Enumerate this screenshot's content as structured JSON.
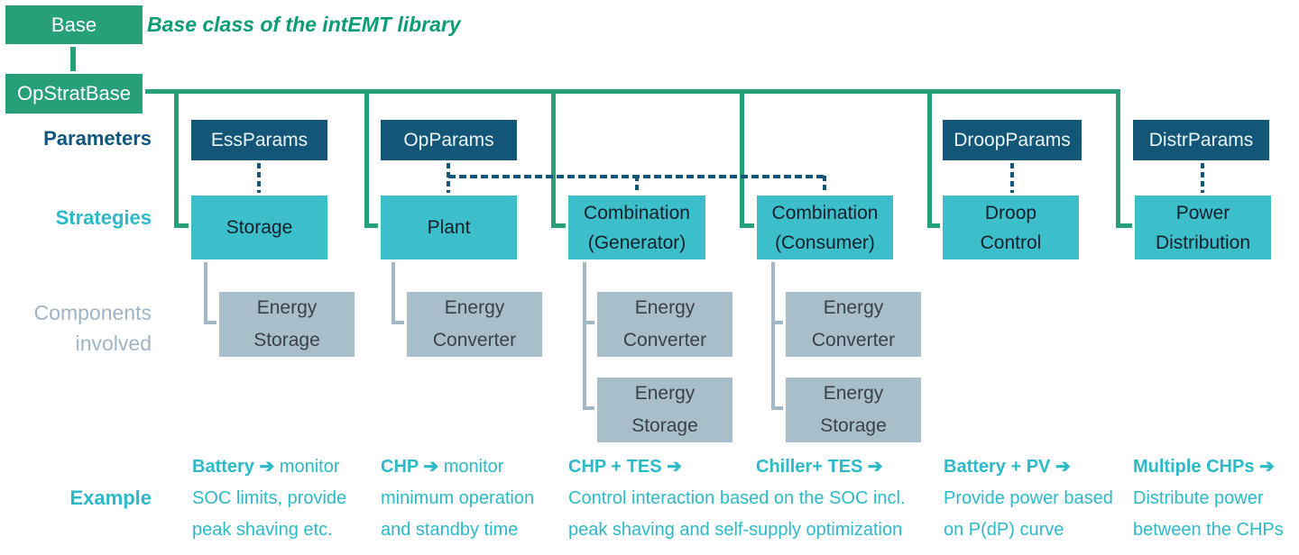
{
  "colors": {
    "green": "#27a07a",
    "navy": "#135677",
    "cyan": "#3cbfcb",
    "gray_box": "#a9becb",
    "gray_connector": "#a3b8c6",
    "cyan_text": "#2cb9c8",
    "navy_text": "#0f567e",
    "gray_text": "#9fb4c4",
    "title_green": "#0d9c78"
  },
  "title": "Base class of the intEMT library",
  "hierarchy": {
    "base": "Base",
    "op_strat_base": "OpStratBase"
  },
  "row_labels": {
    "parameters": "Parameters",
    "strategies": "Strategies",
    "components_line1": "Components",
    "components_line2": "involved",
    "example": "Example"
  },
  "params": {
    "ess": "EssParams",
    "op": "OpParams",
    "droop": "DroopParams",
    "distr": "DistrParams"
  },
  "strategies": {
    "storage": "Storage",
    "plant": "Plant",
    "comb_gen": "Combination\n(Generator)",
    "comb_con": "Combination\n(Consumer)",
    "droop": "Droop\nControl",
    "power": "Power\nDistribution"
  },
  "components": {
    "col1_row1": "Energy\nStorage",
    "col2_row1": "Energy\nConverter",
    "col3_row1": "Energy\nConverter",
    "col3_row2": "Energy\nStorage",
    "col4_row1": "Energy\nConverter",
    "col4_row2": "Energy\nStorage"
  },
  "examples": {
    "battery": {
      "bold": "Battery ➔",
      "rest": " monitor",
      "line2": "SOC limits, provide",
      "line3": "peak shaving etc."
    },
    "chp": {
      "bold": "CHP ➔",
      "rest": " monitor",
      "line2": "minimum operation",
      "line3": "and standby time"
    },
    "chp_tes": {
      "bold": "CHP + TES ➔"
    },
    "chiller_tes": {
      "bold": "Chiller+ TES ➔"
    },
    "combination_shared": {
      "line1": "Control interaction based on the SOC incl.",
      "line2": "peak shaving and self-supply optimization"
    },
    "battery_pv": {
      "bold": "Battery + PV ➔",
      "line2": "Provide power based",
      "line3": "on P(dP) curve"
    },
    "multiple_chps": {
      "bold": "Multiple CHPs ➔",
      "line2": "Distribute power",
      "line3": "between the CHPs"
    }
  }
}
